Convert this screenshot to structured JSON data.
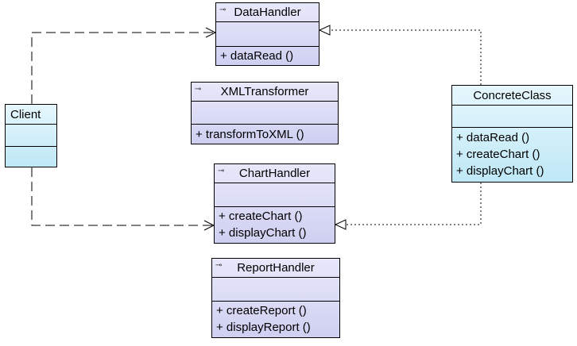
{
  "colors": {
    "interface_fill_top": "#e8e8fb",
    "interface_fill_bottom": "#cfd0f1",
    "class_fill_top": "#e6f7fd",
    "class_fill_bottom": "#bfe8f6",
    "line": "#000000"
  },
  "icons": {
    "interface_marker": "interface-stereotype-icon"
  },
  "classes": {
    "data_handler": {
      "name": "DataHandler",
      "stereotype_glyph": "⊸",
      "operations": [
        "+  dataRead ()"
      ]
    },
    "xml_transformer": {
      "name": "XMLTransformer",
      "stereotype_glyph": "⊸",
      "operations": [
        "+  transformToXML ()"
      ]
    },
    "chart_handler": {
      "name": "ChartHandler",
      "stereotype_glyph": "⊸",
      "operations": [
        "+  createChart ()",
        "+  displayChart ()"
      ]
    },
    "report_handler": {
      "name": "ReportHandler",
      "stereotype_glyph": "⊸",
      "operations": [
        "+  createReport ()",
        "+  displayReport ()"
      ]
    },
    "client": {
      "name": "Client"
    },
    "concrete_class": {
      "name": "ConcreteClass",
      "operations": [
        "+  dataRead ()",
        "+  createChart ()",
        "+  displayChart ()"
      ]
    }
  },
  "relations": [
    {
      "from": "Client",
      "to": "DataHandler",
      "kind": "dependency"
    },
    {
      "from": "Client",
      "to": "ChartHandler",
      "kind": "dependency"
    },
    {
      "from": "ConcreteClass",
      "to": "DataHandler",
      "kind": "realization"
    },
    {
      "from": "ConcreteClass",
      "to": "ChartHandler",
      "kind": "realization"
    }
  ]
}
